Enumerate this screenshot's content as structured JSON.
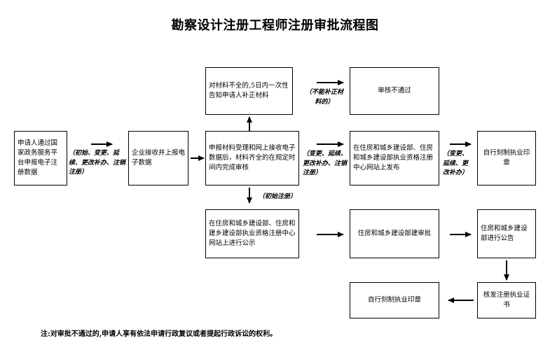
{
  "title": "勘察设计注册工程师注册审批流程图",
  "boxes": {
    "applicant": "申请人通过国家政务服务平台申报电子注册数据",
    "enterprise": "企业接收并上报电子数据",
    "review": "申报材料受理和网上接收电子数据后，材料齐全的在规定时间内完成审核",
    "supplement": "对材料不全的,5日内一次性告知申请人补正材料",
    "rejected": "审核不通过",
    "publish": "在住房和城乡建设部、住房和城乡建设部执业资格注册中心网站上发布",
    "seal_top": "自行刻制执业印章",
    "publicity": "在住房和城乡建设部、住房和建乡建设部执业资格注册中心网站上进行公示",
    "ministry_approval": "住房和城乡建设部建审批",
    "announcement": "住房和城乡建设部进行公告",
    "seal_bottom": "自行刻制执业印章",
    "certificate": "核发注册执业证书"
  },
  "arrow_labels": {
    "applicant_to_enterprise": "（初始、变更、延续、更改补办、注销注册）",
    "cannot_supplement": "（不能补正材料的）",
    "review_to_publish": "（变更、延续、更改补办、注销注册）",
    "publish_to_seal": "（变更、延续、更改补办）",
    "initial_registration": "（初始注册）"
  },
  "footer": {
    "note": "注:对审批不通过的,申请人享有依法申请行政复议或者提起行政诉讼的权利。"
  },
  "colors": {
    "line": "#000000",
    "background": "#ffffff",
    "text": "#000000"
  }
}
